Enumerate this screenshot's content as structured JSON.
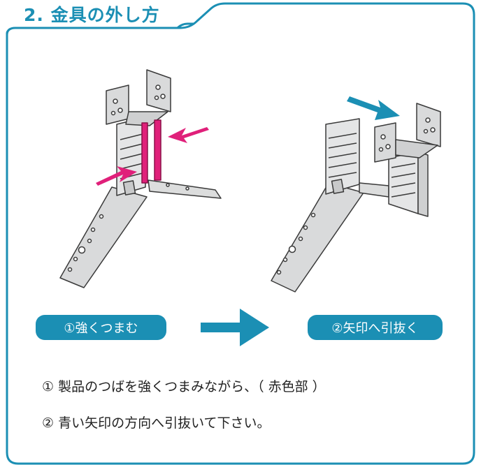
{
  "section": {
    "title": "2. 金具の外し方"
  },
  "steps": [
    {
      "label": "①強くつまむ"
    },
    {
      "label": "②矢印へ引抜く"
    }
  ],
  "instructions": [
    {
      "text": "① 製品のつばを強くつまみながら、（ 赤色部 ）"
    },
    {
      "text": "② 青い矢印の方向へ引抜いて下さい。"
    }
  ],
  "colors": {
    "accent": "#1b8fb4",
    "highlight": "#e0207a",
    "metal": "#d9dadb",
    "text": "#222222"
  }
}
